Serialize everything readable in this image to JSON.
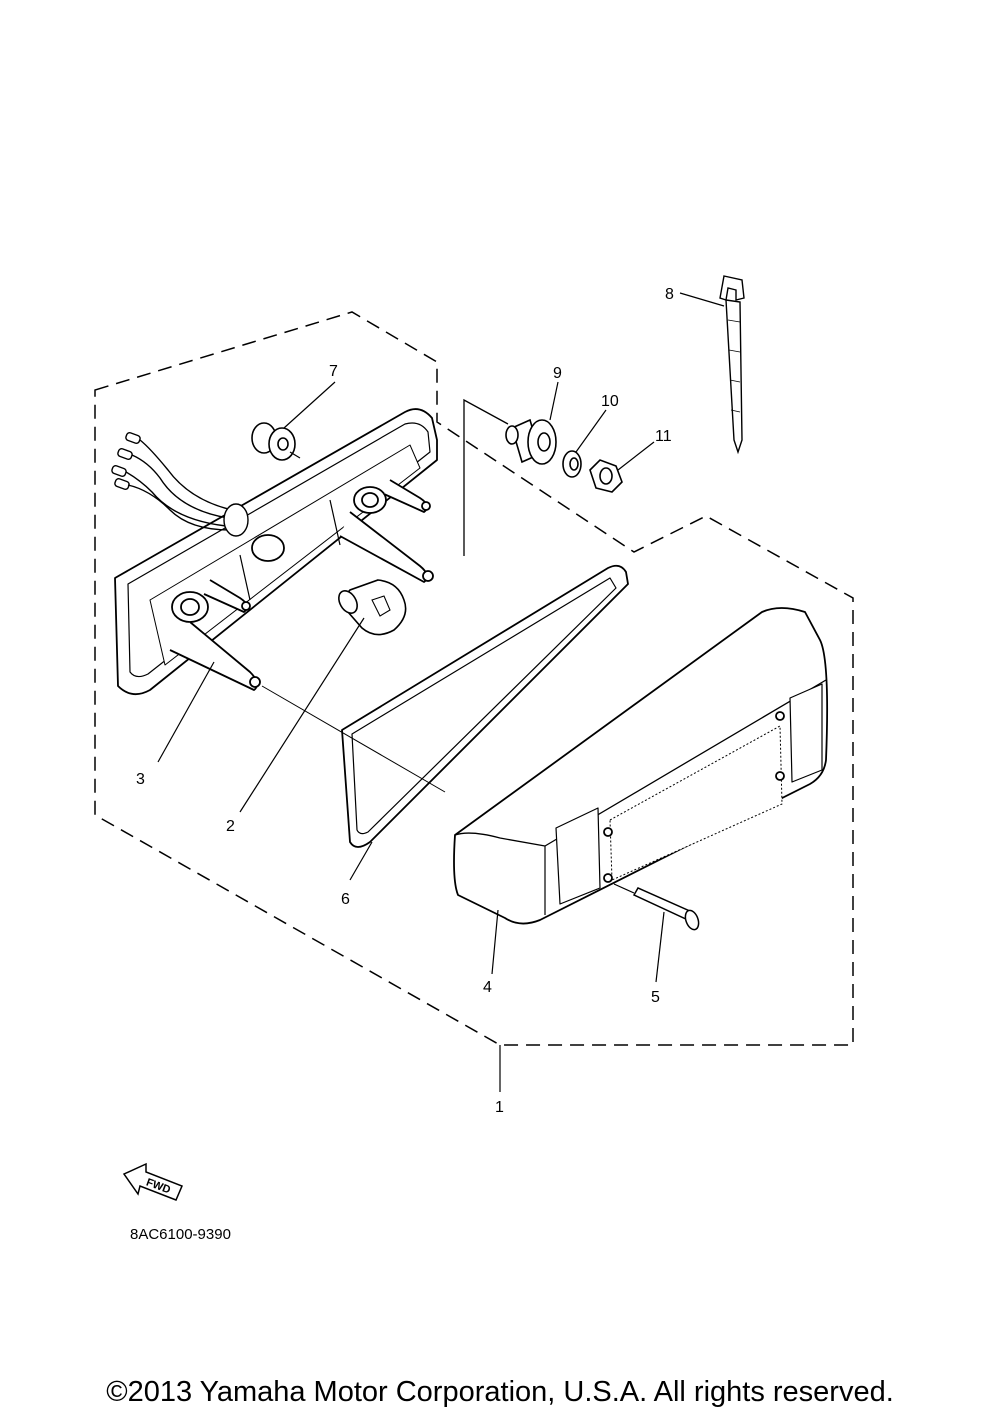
{
  "callouts": {
    "c1": "1",
    "c2": "2",
    "c3": "3",
    "c4": "4",
    "c5": "5",
    "c6": "6",
    "c7": "7",
    "c8": "8",
    "c9": "9",
    "c10": "10",
    "c11": "11"
  },
  "fwd_label": "FWD",
  "diagram_code": "8AC6100-9390",
  "copyright": "©2013 Yamaha Motor Corporation, U.S.A. All rights reserved."
}
